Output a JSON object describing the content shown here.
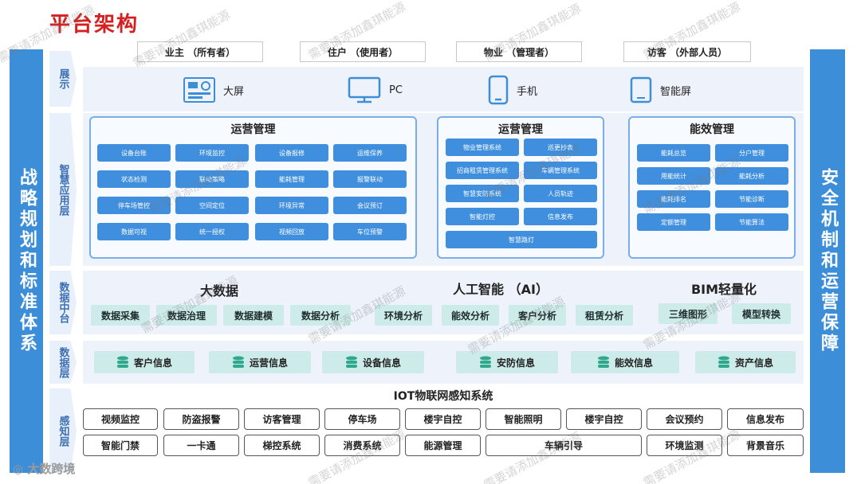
{
  "title": "平台架构",
  "left_bar": "战略规划和标准体系",
  "right_bar": "安全机制和运营保障",
  "layers": {
    "display": "展示",
    "app": "智慧应用层",
    "middle": "数据中台",
    "data": "数据层",
    "sense": "感知层"
  },
  "roles": [
    "业主 （所有者）",
    "住户 （使用者）",
    "物业 （管理者）",
    "访客 （外部人员）"
  ],
  "devices": [
    {
      "icon": "big-screen-icon",
      "label": "大屏"
    },
    {
      "icon": "pc-monitor-icon",
      "label": "PC"
    },
    {
      "icon": "mobile-phone-icon",
      "label": "手机"
    },
    {
      "icon": "smart-screen-icon",
      "label": "智能屏"
    }
  ],
  "app_panels": [
    {
      "title": "运营管理",
      "items": [
        "设备台账",
        "环境监控",
        "设备报修",
        "运维保养",
        "状态检测",
        "联动策略",
        "能耗管理",
        "报警联动",
        "停车场管控",
        "空间定位",
        "环境异常",
        "会议预订",
        "数据可视",
        "统一授权",
        "视频回放",
        "车位预警"
      ]
    },
    {
      "title": "运营管理",
      "items": [
        "物业管理系统",
        "巡更抄表",
        "招商租赁管理系统",
        "车辆管理系统",
        "智慧安防系统",
        "人员轨迹",
        "智能灯控",
        "信息发布",
        "智慧路灯"
      ]
    },
    {
      "title": "能效管理",
      "items": [
        "能耗总览",
        "分户管理",
        "用能统计",
        "能耗分析",
        "能耗排名",
        "节能诊断",
        "定额管理",
        "节能算法"
      ]
    }
  ],
  "middle": [
    {
      "title": "大数据",
      "items": [
        "数据采集",
        "数据治理",
        "数据建模",
        "数据分析"
      ]
    },
    {
      "title": "人工智能 （AI）",
      "items": [
        "环境分析",
        "能效分析",
        "客户分析",
        "租赁分析"
      ]
    },
    {
      "title": "BIM轻量化",
      "items": [
        "三维图形",
        "模型转换"
      ]
    }
  ],
  "data_items": [
    "客户信息",
    "运营信息",
    "设备信息",
    "安防信息",
    "能效信息",
    "资产信息"
  ],
  "iot_title": "IOT物联网感知系统",
  "sense_row1": [
    "视频监控",
    "防盗报警",
    "访客管理",
    "停车场",
    "楼宇自控",
    "智能照明",
    "楼宇自控",
    "会议预约",
    "信息发布"
  ],
  "sense_row2": [
    "智能门禁",
    "一卡通",
    "梯控系统",
    "消费系统",
    "能源管理",
    "车辆引导",
    "环境监测",
    "背景音乐"
  ],
  "watermark": "需要请添加鑫琪能源",
  "logo": "大数跨境",
  "colors": {
    "accent": "#3d8ed9",
    "title_red": "#d42020",
    "teal": "#cdebe8",
    "mini_button": "#3f8fde"
  }
}
